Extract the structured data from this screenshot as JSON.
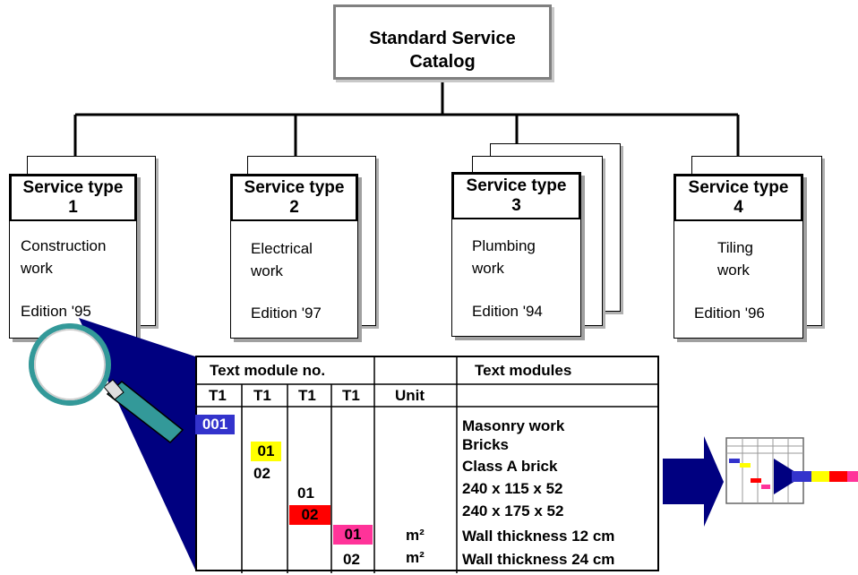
{
  "root": {
    "title_line1": "Standard Service",
    "title_line2": "Catalog"
  },
  "cards": [
    {
      "head_line1": "Service type",
      "head_line2": "1",
      "desc_line1": "Construction",
      "desc_line2": "work",
      "edition": "Edition '95"
    },
    {
      "head_line1": "Service type",
      "head_line2": "2",
      "desc_line1": "Electrical",
      "desc_line2": "work",
      "edition": "Edition '97"
    },
    {
      "head_line1": "Service type",
      "head_line2": "3",
      "desc_line1": "Plumbing",
      "desc_line2": "work",
      "edition": "Edition '94"
    },
    {
      "head_line1": "Service type",
      "head_line2": "4",
      "desc_line1": "Tiling",
      "desc_line2": "work",
      "edition": "Edition '96"
    }
  ],
  "table": {
    "header_module_no": "Text module no.",
    "header_text_modules": "Text modules",
    "col_t1": "T1",
    "col_unit": "Unit",
    "rows": [
      {
        "code": "001",
        "text": "Masonry work"
      },
      {
        "code": "01",
        "text": "Bricks"
      },
      {
        "code": "02",
        "text": "Class A brick"
      },
      {
        "code": "01",
        "text": "240 x 115 x 52"
      },
      {
        "code": "02",
        "text": "240 x 175 x 52"
      },
      {
        "code": "01",
        "unit": "m²",
        "text": "Wall thickness 12 cm"
      },
      {
        "code": "02",
        "unit": "m²",
        "text": "Wall thickness 24 cm"
      }
    ]
  },
  "colors": {
    "blue": "#3333cc",
    "yellow": "#ffff00",
    "red": "#ff0000",
    "magenta": "#ff3399",
    "navy": "#000080",
    "teal": "#339999"
  }
}
